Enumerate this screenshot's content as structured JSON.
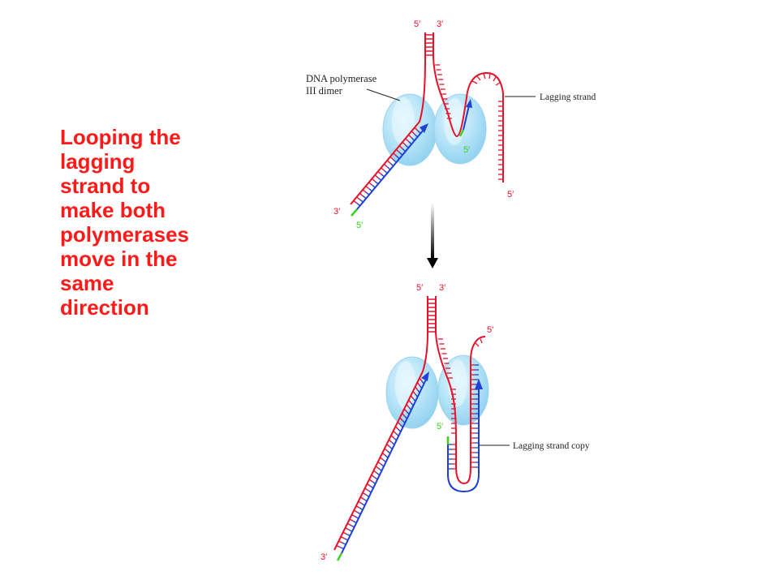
{
  "caption": {
    "lines": [
      "Looping the",
      "lagging",
      "strand to",
      "make both",
      "polymerases",
      "move in the",
      "same",
      "direction"
    ]
  },
  "labels": {
    "polymerase_line1": "DNA polymerase",
    "polymerase_line2": "III dimer",
    "lagging_strand": "Lagging strand",
    "lagging_strand_copy": "Lagging strand copy"
  },
  "ends": {
    "five": "5′",
    "three": "3′"
  },
  "colors": {
    "template": "#e8102a",
    "new_strand": "#1f3fd6",
    "primer": "#39d11e",
    "polymerase": "#a8def5",
    "caption": "#ff1a1a"
  }
}
